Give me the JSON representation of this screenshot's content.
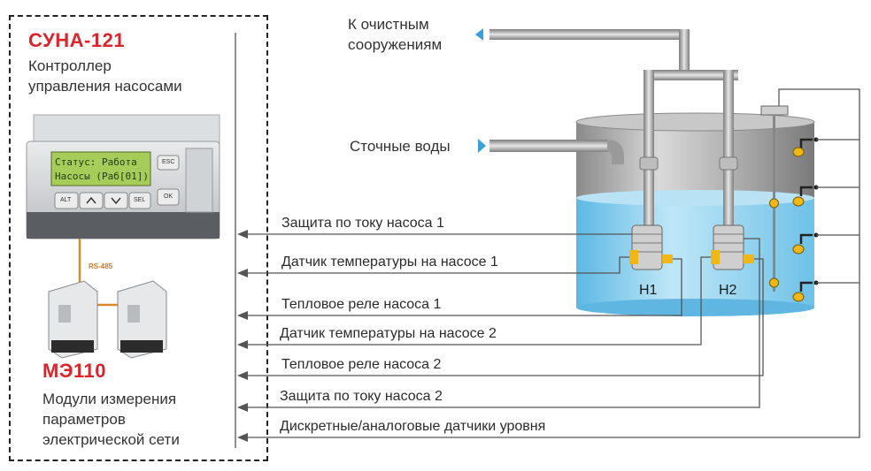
{
  "controller": {
    "title": "СУНА-121",
    "desc_line1": "Контроллер",
    "desc_line2": "управления насосами",
    "lcd_line1": "Статус: Работа",
    "lcd_line2": "Насосы (Раб[01])",
    "buttons": {
      "esc": "ESC",
      "alt": "ALT",
      "sel": "SEL",
      "ok": "OK"
    }
  },
  "modules": {
    "title": "МЭ110",
    "desc_line1": "Модули измерения",
    "desc_line2": "параметров",
    "desc_line3": "электрической сети",
    "bus_label": "RS-485"
  },
  "pipes": {
    "outlet_label_line1": "К очистным",
    "outlet_label_line2": "сооружениям",
    "inlet_label": "Сточные воды"
  },
  "pumps": {
    "p1": "Н1",
    "p2": "Н2"
  },
  "signals": [
    "Защита по току насоса 1",
    "Датчик температуры на насосе 1",
    "Тепловое реле насоса 1",
    "Датчик температуры на насосе 2",
    "Тепловое реле насоса 2",
    "Защита по току насоса 2",
    "Дискретные/аналоговые датчики уровня"
  ],
  "colors": {
    "brand": "#d9252b",
    "arrow": "#3aa0d8",
    "water": "#8fd1ee",
    "line": "#555555"
  }
}
